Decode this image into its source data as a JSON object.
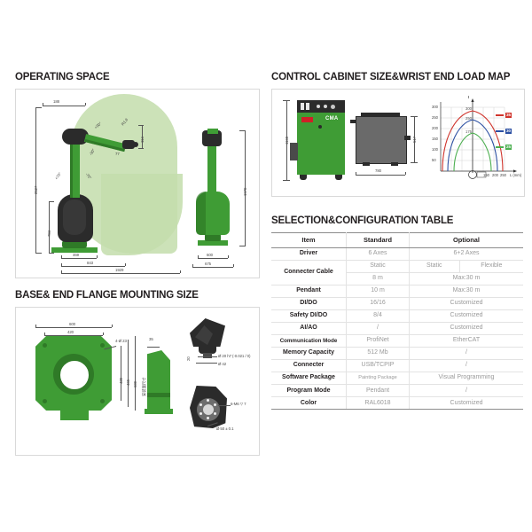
{
  "sections": {
    "operating_space": {
      "title": "OPERATING SPACE",
      "front_view": {
        "dims": {
          "top_offset": "188",
          "total_height": "2527",
          "base_height": "784",
          "reach_a": "469",
          "reach_b": "843",
          "reach_c": "1929",
          "wrist_offset": "114",
          "wrist_small": "77",
          "angle_upper_plus": "+90°",
          "angle_upper_minus": "-90°",
          "angle_lower_plus": "+70°",
          "angle_lower_minus": "-70°",
          "angle_wrist": "R1.8"
        }
      },
      "side_view": {
        "dims": {
          "height": "1970",
          "width_inner": "600",
          "width_outer": "675"
        }
      }
    },
    "base_flange": {
      "title": "BASE& END FLANGE MOUNTING SIZE",
      "base_dims": {
        "width_outer": "600",
        "width_inner": "420",
        "hole_note": "4-Ø 23",
        "height_outer": "600",
        "height_mid": "465",
        "height_inner": "420",
        "thickness": "35",
        "vertical_note": "安装面尺寸"
      },
      "flange_dims": {
        "shaft": "Ø 20 h7 (-0.021 / 0)",
        "bore": "Ø 42",
        "thread": "6-M6 ▽ 7",
        "pitch": "Ø 50 ± 0.1",
        "depth": "20"
      }
    },
    "cabinet": {
      "title": "CONTROL CABINET SIZE&WRIST END LOAD MAP",
      "front_dims": {
        "height": "1160"
      },
      "top_dims": {
        "width": "780",
        "depth": "517"
      }
    },
    "selection_table": {
      "title": "SELECTION&CONFIGURATION TABLE",
      "headers": [
        "Item",
        "Standard",
        "Optional"
      ],
      "rows": [
        {
          "item": "Driver",
          "standard": "6 Axes",
          "optional": "6+2 Axes",
          "split": false
        },
        {
          "item": "Connecter Cable",
          "standard": "Static",
          "optional_left": "Static",
          "optional_right": "Flexible",
          "split": true
        },
        {
          "item": "",
          "standard": "8 m",
          "optional": "Max:30 m",
          "split": false,
          "merge_up": true
        },
        {
          "item": "Pendant",
          "standard": "10 m",
          "optional": "Max:30 m",
          "split": false
        },
        {
          "item": "DI/DO",
          "standard": "16/16",
          "optional": "Customized",
          "split": false
        },
        {
          "item": "Safety DI/DO",
          "standard": "8/4",
          "optional": "Customized",
          "split": false
        },
        {
          "item": "AI/AO",
          "standard": "/",
          "optional": "Customized",
          "split": false
        },
        {
          "item": "Communication Mode",
          "standard": "ProfiNet",
          "optional": "EtherCAT",
          "split": false
        },
        {
          "item": "Memory Capacity",
          "standard": "512 Mb",
          "optional": "/",
          "split": false
        },
        {
          "item": "Connecter",
          "standard": "USB/TCPIP",
          "optional": "/",
          "split": false
        },
        {
          "item": "Software Package",
          "standard": "Painting Package",
          "optional": "Visual Programming",
          "split": false
        },
        {
          "item": "Program Mode",
          "standard": "Pendant",
          "optional": "/",
          "split": false
        },
        {
          "item": "Color",
          "standard": "RAL6018",
          "optional": "Customized",
          "split": false
        }
      ]
    }
  },
  "brand": {
    "cabinet_logo": "CMA"
  },
  "chart_data": {
    "type": "line",
    "title": "Wrist End Load Map",
    "xlabel": "L (mm)",
    "ylabel": "I",
    "x": [
      0,
      50,
      100,
      150,
      200,
      250,
      300
    ],
    "xticks": [
      "50",
      "100",
      "150",
      "200",
      "250",
      "300"
    ],
    "yticks": [
      "50",
      "100",
      "150",
      "200",
      "250",
      "300"
    ],
    "xlim": [
      0,
      320
    ],
    "ylim": [
      0,
      300
    ],
    "grid": true,
    "legend_position": "right",
    "series": [
      {
        "name": "35",
        "color": "#d0342c",
        "peak_label": "300",
        "values": [
          0,
          175,
          230,
          255,
          250,
          220,
          0
        ]
      },
      {
        "name": "30",
        "color": "#2b4fa2",
        "peak_label": "250",
        "values": [
          0,
          140,
          185,
          200,
          195,
          160,
          0
        ]
      },
      {
        "name": "25",
        "color": "#4caf50",
        "peak_label": "175",
        "values": [
          0,
          100,
          130,
          140,
          132,
          105,
          0
        ]
      }
    ]
  }
}
